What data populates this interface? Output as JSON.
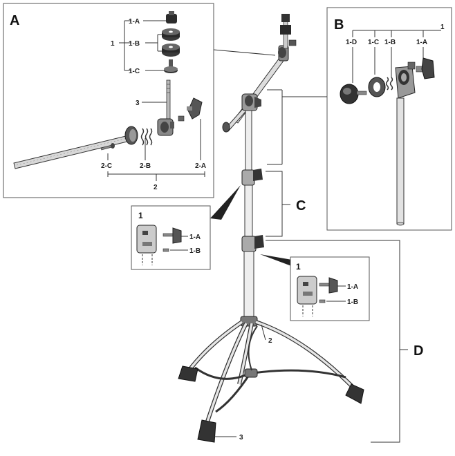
{
  "panel_a": {
    "letter": "A",
    "group1": "1",
    "p1a": "1-A",
    "p1b": "1-B",
    "p1c": "1-C",
    "p3": "3",
    "p2c": "2-C",
    "p2b": "2-B",
    "p2a": "2-A",
    "group2": "2"
  },
  "panel_b": {
    "letter": "B",
    "group1": "1",
    "p1d": "1-D",
    "p1c": "1-C",
    "p1b": "1-B",
    "p1a": "1-A"
  },
  "panel_c": {
    "letter": "C",
    "inset_number": "1",
    "p1a": "1-A",
    "p1b": "1-B"
  },
  "panel_d": {
    "letter": "D",
    "inset_number": "1",
    "p1a": "1-A",
    "p1b": "1-B"
  },
  "stand": {
    "label_2": "2",
    "label_3": "3"
  }
}
